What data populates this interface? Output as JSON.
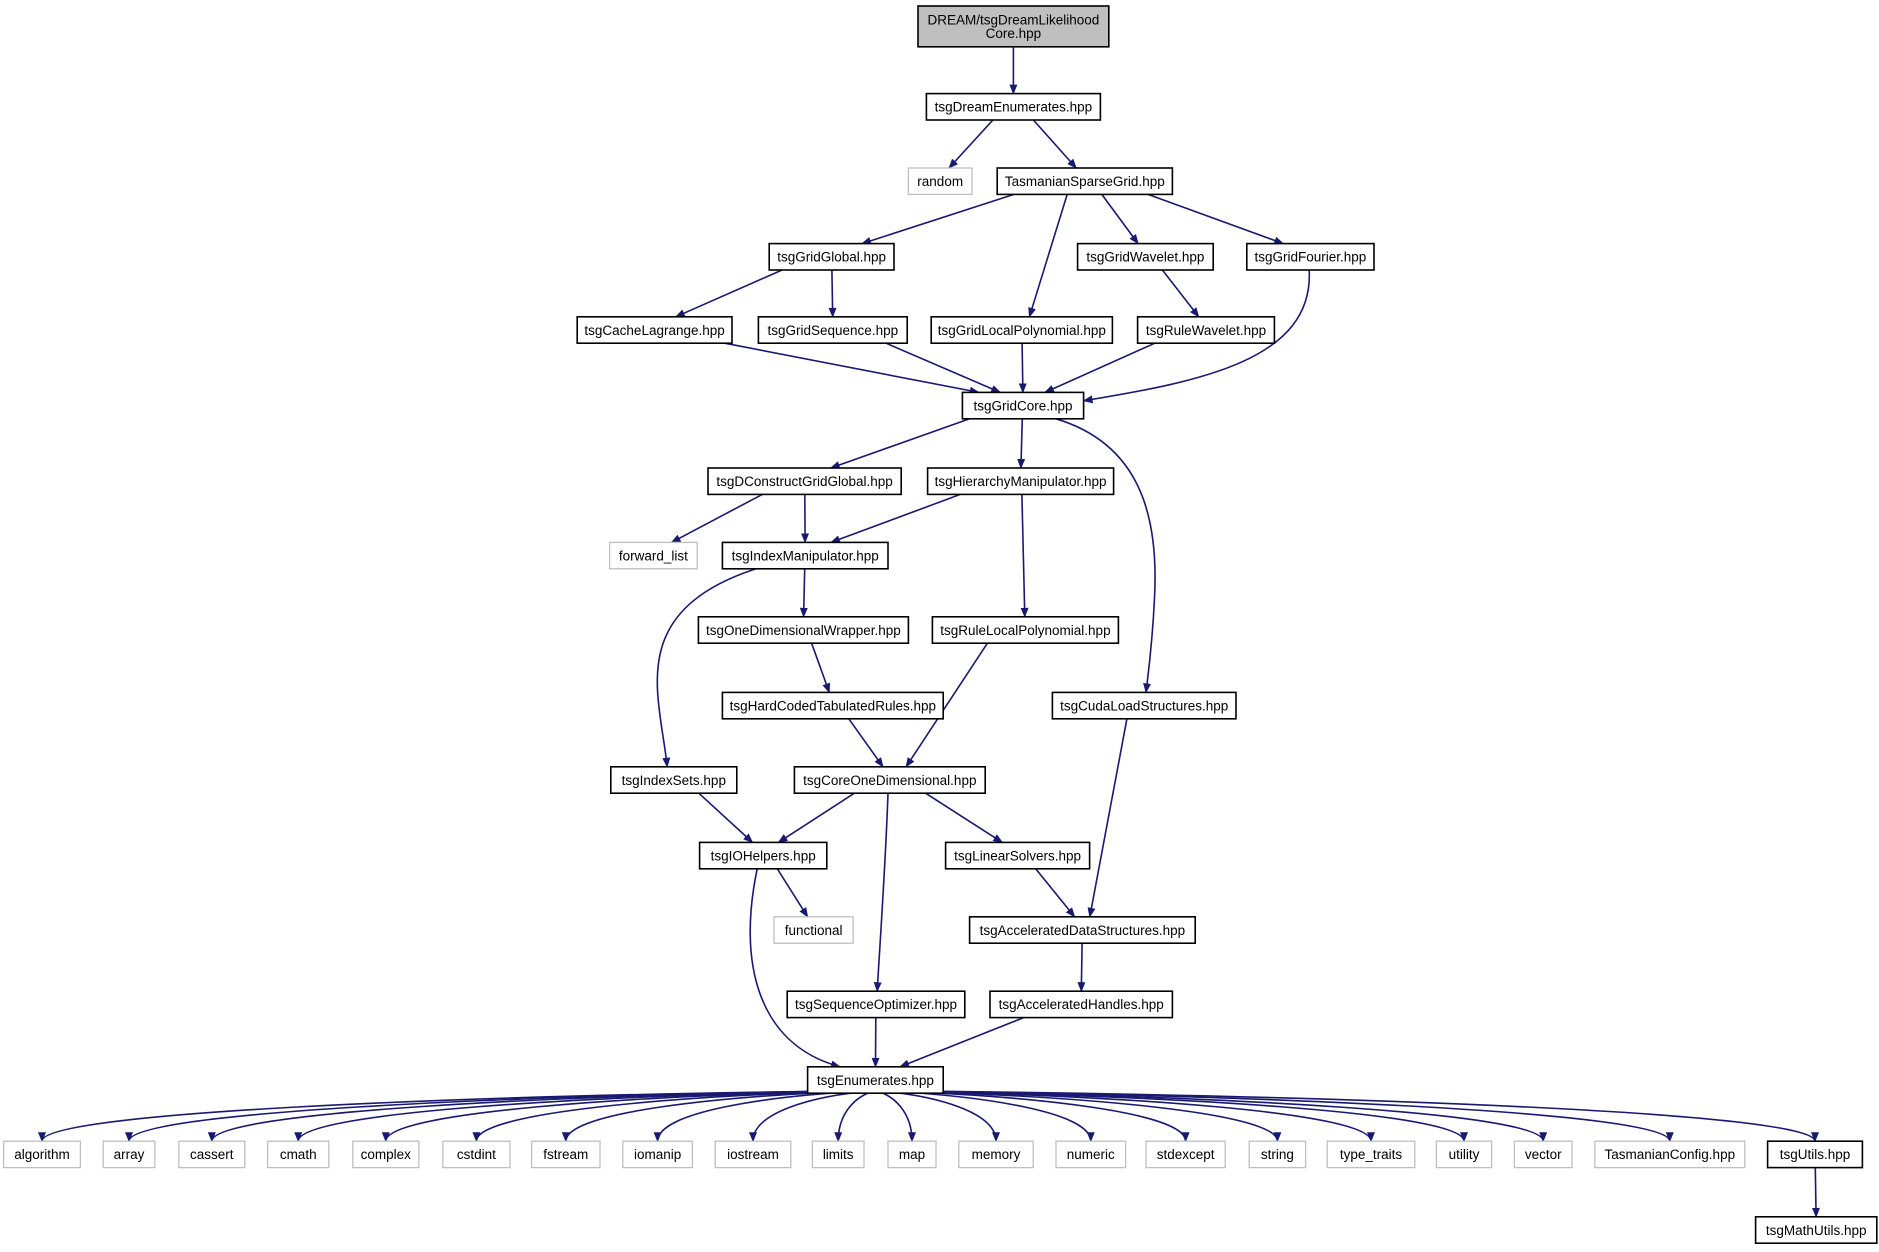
{
  "graph": {
    "title": "",
    "nodes": [
      {
        "id": "root",
        "label": "DREAM/tsgDreamLikelihood\nCore.hpp",
        "kind": "root"
      },
      {
        "id": "dreamEnum",
        "label": "tsgDreamEnumerates.hpp",
        "kind": "file"
      },
      {
        "id": "random",
        "label": "random",
        "kind": "system"
      },
      {
        "id": "tsgrid",
        "label": "TasmanianSparseGrid.hpp",
        "kind": "file"
      },
      {
        "id": "gridGlobal",
        "label": "tsgGridGlobal.hpp",
        "kind": "file"
      },
      {
        "id": "gridWavelet",
        "label": "tsgGridWavelet.hpp",
        "kind": "file"
      },
      {
        "id": "gridFourier",
        "label": "tsgGridFourier.hpp",
        "kind": "file"
      },
      {
        "id": "cacheLagrange",
        "label": "tsgCacheLagrange.hpp",
        "kind": "file"
      },
      {
        "id": "gridSequence",
        "label": "tsgGridSequence.hpp",
        "kind": "file"
      },
      {
        "id": "gridLocalPoly",
        "label": "tsgGridLocalPolynomial.hpp",
        "kind": "file"
      },
      {
        "id": "ruleWavelet",
        "label": "tsgRuleWavelet.hpp",
        "kind": "file"
      },
      {
        "id": "gridCore",
        "label": "tsgGridCore.hpp",
        "kind": "file"
      },
      {
        "id": "dconstruct",
        "label": "tsgDConstructGridGlobal.hpp",
        "kind": "file"
      },
      {
        "id": "hierarchy",
        "label": "tsgHierarchyManipulator.hpp",
        "kind": "file"
      },
      {
        "id": "forwardList",
        "label": "forward_list",
        "kind": "system"
      },
      {
        "id": "indexManip",
        "label": "tsgIndexManipulator.hpp",
        "kind": "file"
      },
      {
        "id": "oneDimWrap",
        "label": "tsgOneDimensionalWrapper.hpp",
        "kind": "file"
      },
      {
        "id": "ruleLocalPoly",
        "label": "tsgRuleLocalPolynomial.hpp",
        "kind": "file"
      },
      {
        "id": "hardCoded",
        "label": "tsgHardCodedTabulatedRules.hpp",
        "kind": "file"
      },
      {
        "id": "cudaLoad",
        "label": "tsgCudaLoadStructures.hpp",
        "kind": "file"
      },
      {
        "id": "indexSets",
        "label": "tsgIndexSets.hpp",
        "kind": "file"
      },
      {
        "id": "coreOneDim",
        "label": "tsgCoreOneDimensional.hpp",
        "kind": "file"
      },
      {
        "id": "ioHelpers",
        "label": "tsgIOHelpers.hpp",
        "kind": "file"
      },
      {
        "id": "linearSolvers",
        "label": "tsgLinearSolvers.hpp",
        "kind": "file"
      },
      {
        "id": "functional",
        "label": "functional",
        "kind": "system"
      },
      {
        "id": "accelData",
        "label": "tsgAcceleratedDataStructures.hpp",
        "kind": "file"
      },
      {
        "id": "seqOptimizer",
        "label": "tsgSequenceOptimizer.hpp",
        "kind": "file"
      },
      {
        "id": "accelHandles",
        "label": "tsgAcceleratedHandles.hpp",
        "kind": "file"
      },
      {
        "id": "enumerates",
        "label": "tsgEnumerates.hpp",
        "kind": "file"
      },
      {
        "id": "algorithm",
        "label": "algorithm",
        "kind": "system"
      },
      {
        "id": "array",
        "label": "array",
        "kind": "system"
      },
      {
        "id": "cassert",
        "label": "cassert",
        "kind": "system"
      },
      {
        "id": "cmath",
        "label": "cmath",
        "kind": "system"
      },
      {
        "id": "complex",
        "label": "complex",
        "kind": "system"
      },
      {
        "id": "cstdint",
        "label": "cstdint",
        "kind": "system"
      },
      {
        "id": "fstream",
        "label": "fstream",
        "kind": "system"
      },
      {
        "id": "iomanip",
        "label": "iomanip",
        "kind": "system"
      },
      {
        "id": "iostream",
        "label": "iostream",
        "kind": "system"
      },
      {
        "id": "limits",
        "label": "limits",
        "kind": "system"
      },
      {
        "id": "map",
        "label": "map",
        "kind": "system"
      },
      {
        "id": "memory",
        "label": "memory",
        "kind": "system"
      },
      {
        "id": "numeric",
        "label": "numeric",
        "kind": "system"
      },
      {
        "id": "stdexcept",
        "label": "stdexcept",
        "kind": "system"
      },
      {
        "id": "string",
        "label": "string",
        "kind": "system"
      },
      {
        "id": "typeTraits",
        "label": "type_traits",
        "kind": "system"
      },
      {
        "id": "utility",
        "label": "utility",
        "kind": "system"
      },
      {
        "id": "vector",
        "label": "vector",
        "kind": "system"
      },
      {
        "id": "tasConfig",
        "label": "TasmanianConfig.hpp",
        "kind": "system"
      },
      {
        "id": "utils",
        "label": "tsgUtils.hpp",
        "kind": "file"
      },
      {
        "id": "mathUtils",
        "label": "tsgMathUtils.hpp",
        "kind": "file"
      }
    ],
    "edges": [
      [
        "root",
        "dreamEnum"
      ],
      [
        "dreamEnum",
        "random"
      ],
      [
        "dreamEnum",
        "tsgrid"
      ],
      [
        "tsgrid",
        "gridGlobal"
      ],
      [
        "tsgrid",
        "gridLocalPoly"
      ],
      [
        "tsgrid",
        "gridWavelet"
      ],
      [
        "tsgrid",
        "gridFourier"
      ],
      [
        "gridGlobal",
        "cacheLagrange"
      ],
      [
        "gridGlobal",
        "gridSequence"
      ],
      [
        "gridWavelet",
        "ruleWavelet"
      ],
      [
        "cacheLagrange",
        "gridCore"
      ],
      [
        "gridSequence",
        "gridCore"
      ],
      [
        "gridLocalPoly",
        "gridCore"
      ],
      [
        "ruleWavelet",
        "gridCore"
      ],
      [
        "gridFourier",
        "gridCore"
      ],
      [
        "gridCore",
        "dconstruct"
      ],
      [
        "gridCore",
        "hierarchy"
      ],
      [
        "gridCore",
        "cudaLoad"
      ],
      [
        "dconstruct",
        "forwardList"
      ],
      [
        "dconstruct",
        "indexManip"
      ],
      [
        "hierarchy",
        "indexManip"
      ],
      [
        "hierarchy",
        "ruleLocalPoly"
      ],
      [
        "indexManip",
        "indexSets"
      ],
      [
        "indexManip",
        "oneDimWrap"
      ],
      [
        "oneDimWrap",
        "hardCoded"
      ],
      [
        "hardCoded",
        "coreOneDim"
      ],
      [
        "ruleLocalPoly",
        "coreOneDim"
      ],
      [
        "cudaLoad",
        "accelData"
      ],
      [
        "indexSets",
        "ioHelpers"
      ],
      [
        "coreOneDim",
        "ioHelpers"
      ],
      [
        "coreOneDim",
        "seqOptimizer"
      ],
      [
        "coreOneDim",
        "linearSolvers"
      ],
      [
        "ioHelpers",
        "functional"
      ],
      [
        "ioHelpers",
        "enumerates"
      ],
      [
        "linearSolvers",
        "accelData"
      ],
      [
        "accelData",
        "accelHandles"
      ],
      [
        "seqOptimizer",
        "enumerates"
      ],
      [
        "accelHandles",
        "enumerates"
      ],
      [
        "enumerates",
        "algorithm"
      ],
      [
        "enumerates",
        "array"
      ],
      [
        "enumerates",
        "cassert"
      ],
      [
        "enumerates",
        "cmath"
      ],
      [
        "enumerates",
        "complex"
      ],
      [
        "enumerates",
        "cstdint"
      ],
      [
        "enumerates",
        "fstream"
      ],
      [
        "enumerates",
        "iomanip"
      ],
      [
        "enumerates",
        "iostream"
      ],
      [
        "enumerates",
        "limits"
      ],
      [
        "enumerates",
        "map"
      ],
      [
        "enumerates",
        "memory"
      ],
      [
        "enumerates",
        "numeric"
      ],
      [
        "enumerates",
        "stdexcept"
      ],
      [
        "enumerates",
        "string"
      ],
      [
        "enumerates",
        "typeTraits"
      ],
      [
        "enumerates",
        "utility"
      ],
      [
        "enumerates",
        "vector"
      ],
      [
        "enumerates",
        "tasConfig"
      ],
      [
        "enumerates",
        "utils"
      ],
      [
        "utils",
        "mathUtils"
      ]
    ]
  }
}
